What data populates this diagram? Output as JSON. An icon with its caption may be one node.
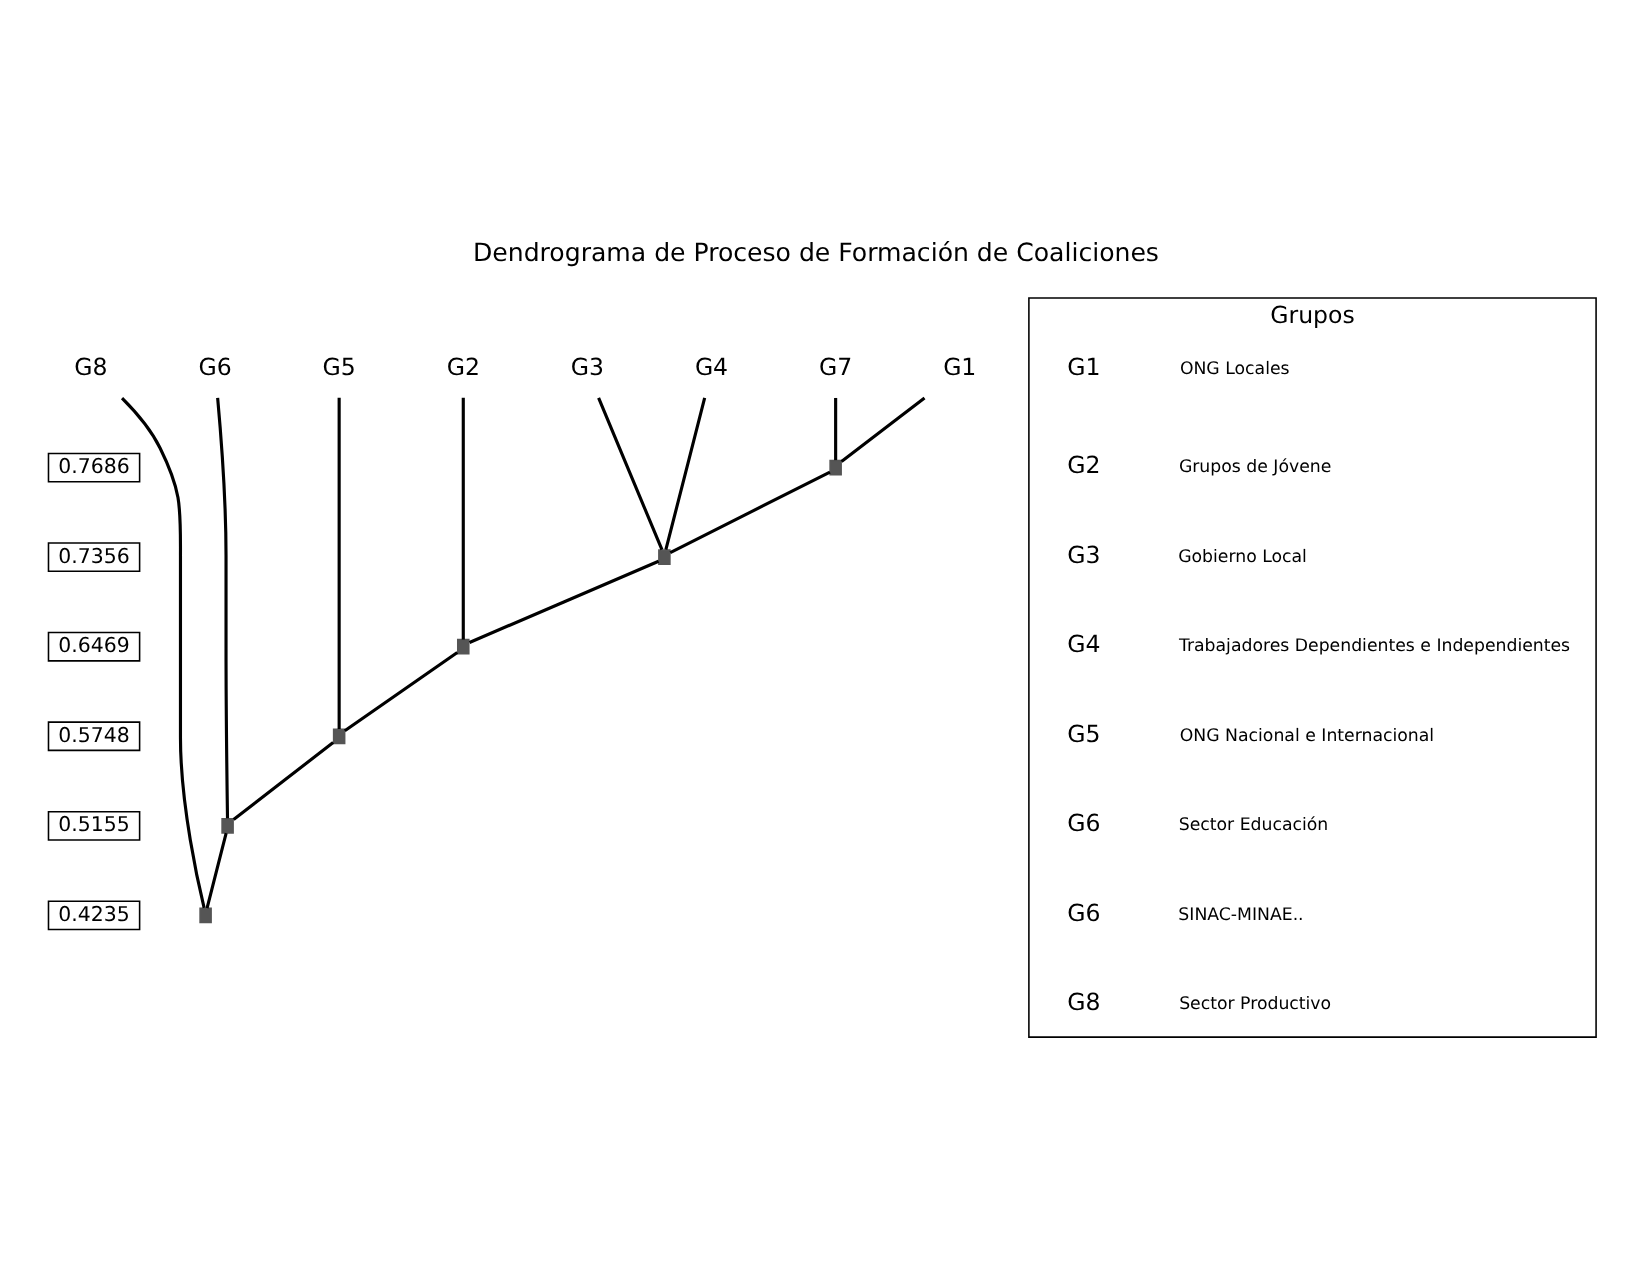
{
  "diagram": {
    "title": "Dendrograma de Proceso de Formación de Coaliciones",
    "nodes": [
      {
        "text": [
          "G1"
        ]
      },
      {
        "text": [
          "G7"
        ]
      },
      {
        "text": [
          "G4"
        ]
      },
      {
        "text": [
          "G3"
        ]
      },
      {
        "text": [
          "G2"
        ]
      },
      {
        "text": [
          "G5"
        ]
      },
      {
        "text": [
          "G6"
        ]
      },
      {
        "text": [
          "G8"
        ]
      },
      {
        "text": [],
        "shape": "box"
      },
      {
        "text": [],
        "shape": "box"
      },
      {
        "text": [],
        "shape": "box"
      },
      {
        "text": [],
        "shape": "box"
      },
      {
        "text": [],
        "shape": "box"
      },
      {
        "text": [],
        "shape": "box"
      },
      {
        "text": [
          "0.7686"
        ]
      },
      {
        "text": [
          "0.7356"
        ]
      },
      {
        "text": [
          "0.6469"
        ]
      },
      {
        "text": [
          "0.5748"
        ]
      },
      {
        "text": [
          "0.5155"
        ]
      },
      {
        "text": [
          "0.4235"
        ]
      },
      {
        "text": [
          "Grupos"
        ]
      }
    ],
    "edges": [
      {
        "from": 0,
        "to": 8,
        "arrow": "none"
      },
      {
        "from": 1,
        "to": 8,
        "arrow": "none"
      },
      {
        "from": 8,
        "to": 9,
        "arrow": "none"
      },
      {
        "from": 2,
        "to": 9,
        "arrow": "none"
      },
      {
        "from": 3,
        "to": 9,
        "arrow": "none"
      },
      {
        "from": 9,
        "to": 10,
        "arrow": "none"
      },
      {
        "from": 4,
        "to": 10,
        "arrow": "none"
      },
      {
        "from": 10,
        "to": 11,
        "arrow": "none"
      },
      {
        "from": 5,
        "to": 11,
        "arrow": "none"
      },
      {
        "from": 11,
        "to": 12,
        "arrow": "none"
      },
      {
        "from": 6,
        "to": 12,
        "arrow": "none"
      },
      {
        "from": 12,
        "to": 13,
        "arrow": "none"
      },
      {
        "from": 7,
        "to": 13,
        "arrow": "none"
      }
    ],
    "labels": [
      "G1",
      "ONG Locales",
      "G2",
      "Grupos de Jóvene",
      "G3",
      "Gobierno Local",
      "G4",
      "Trabajadores Dependientes e Independientes",
      "G5",
      "ONG Nacional e Internacional",
      "G6",
      "Sector Educación",
      "G6",
      "SINAC-MINAE..",
      "G8",
      "Sector Productivo"
    ]
  }
}
